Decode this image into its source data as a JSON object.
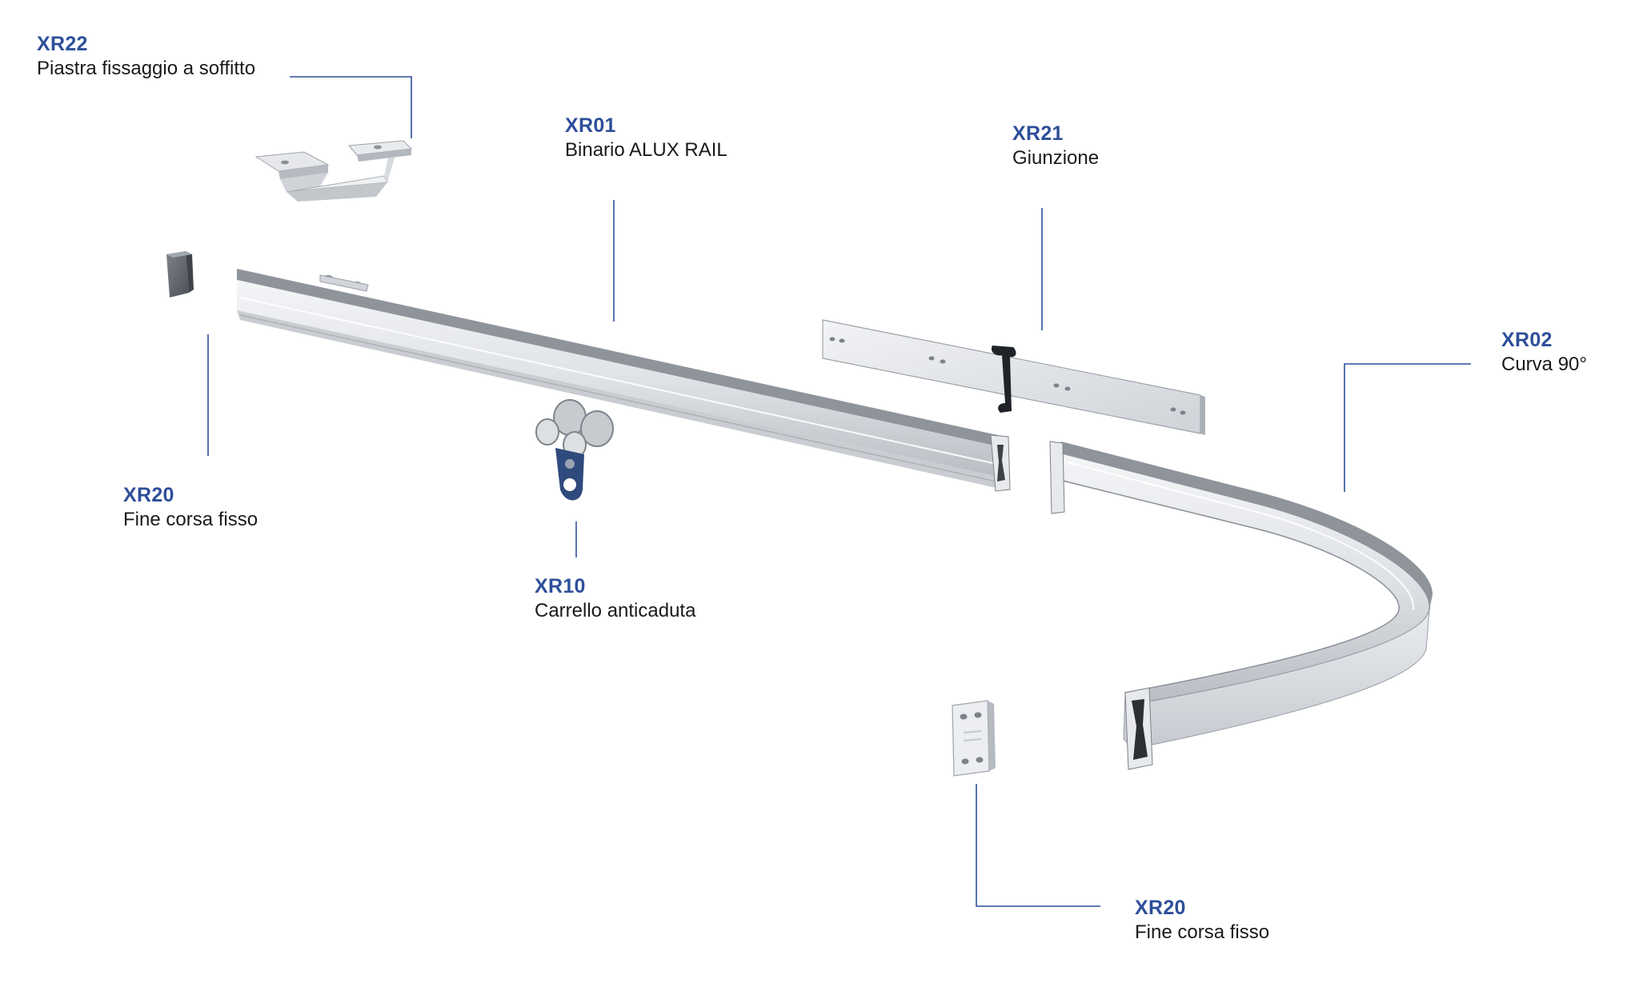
{
  "accent_color": "#2d4f9a",
  "line_color": "#2d4f9a",
  "components": [
    {
      "code": "XR22",
      "description": "Piastra fissaggio a soffitto",
      "part": "ceiling-plate"
    },
    {
      "code": "XR01",
      "description": "Binario ALUX RAIL",
      "part": "straight-rail"
    },
    {
      "code": "XR21",
      "description": "Giunzione",
      "part": "joint-plate"
    },
    {
      "code": "XR02",
      "description": "Curva 90°",
      "part": "curved-rail"
    },
    {
      "code": "XR20",
      "description": "Fine corsa fisso",
      "part": "end-stop-left"
    },
    {
      "code": "XR10",
      "description": "Carrello anticaduta",
      "part": "trolley"
    },
    {
      "code": "XR20",
      "description": "Fine corsa fisso",
      "part": "end-stop-right"
    }
  ]
}
